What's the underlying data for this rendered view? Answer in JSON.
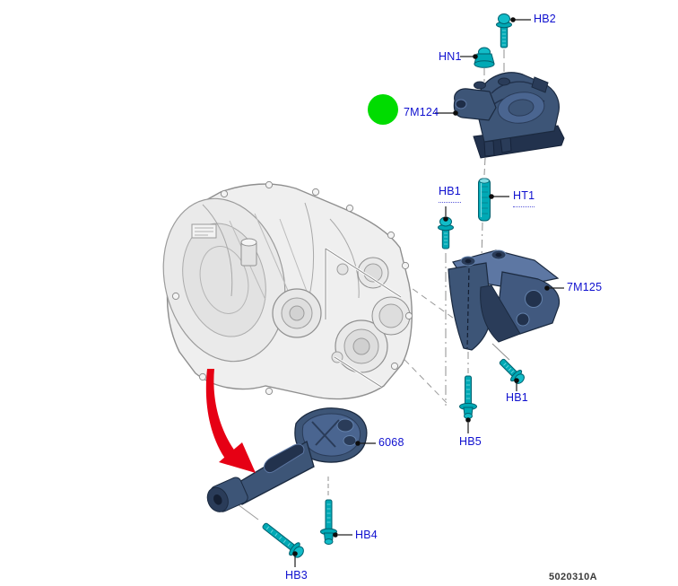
{
  "figure": {
    "code": "5020310A"
  },
  "colors": {
    "highlight_green": "#00DC00",
    "part_blue": "#3D5577",
    "part_blue_dark": "#22324D",
    "fastener_teal": "#00A9B5",
    "label_blue": "#0F10CF",
    "arrow_red": "#E60014",
    "drawing_gray": "#8F8F8F"
  },
  "labels": [
    {
      "key": "hb2",
      "text": "HB2"
    },
    {
      "key": "hn1",
      "text": "HN1"
    },
    {
      "key": "7m124",
      "text": "7M124"
    },
    {
      "key": "hb1_upper",
      "text": "HB1"
    },
    {
      "key": "ht1",
      "text": "HT1"
    },
    {
      "key": "7m125",
      "text": "7M125"
    },
    {
      "key": "hb1_lower",
      "text": "HB1"
    },
    {
      "key": "hb5",
      "text": "HB5"
    },
    {
      "key": "6068",
      "text": "6068"
    },
    {
      "key": "hb4",
      "text": "HB4"
    },
    {
      "key": "hb3",
      "text": "HB3"
    }
  ]
}
